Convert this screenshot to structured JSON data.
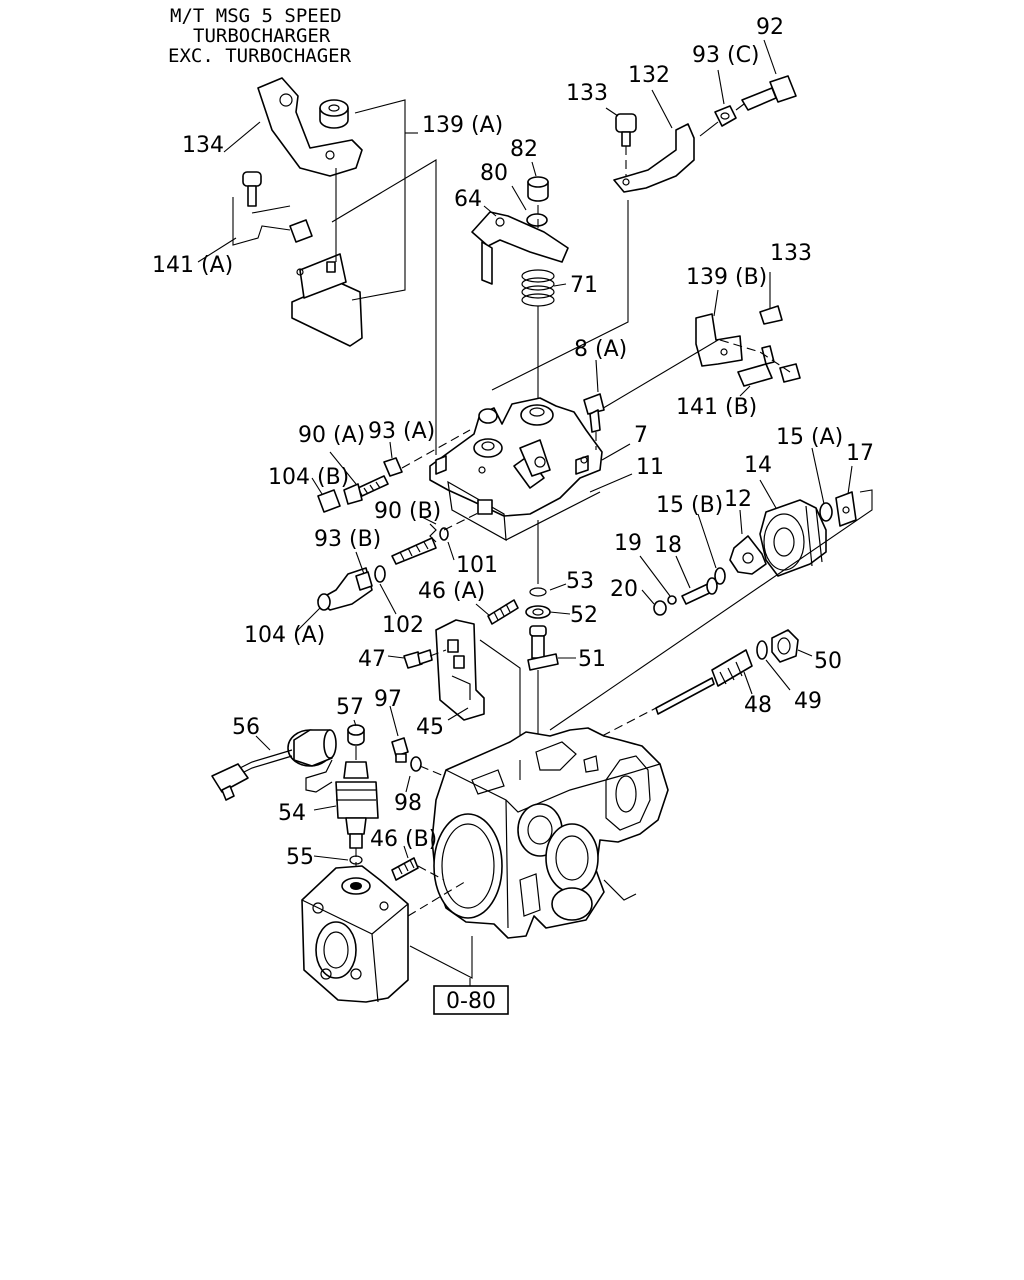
{
  "header": {
    "lines": [
      "M/T MSG 5 SPEED",
      "TURBOCHARGER",
      "EXC. TURBOCHAGER"
    ]
  },
  "labels": {
    "p92": "92",
    "p93c": "93 (C)",
    "p132": "132",
    "p133a": "133",
    "p134": "134",
    "p139a": "139 (A)",
    "p82": "82",
    "p80": "80",
    "p64": "64",
    "p141a": "141 (A)",
    "p71": "71",
    "p139b": "139 (B)",
    "p133b": "133",
    "p8a": "8 (A)",
    "p141b": "141 (B)",
    "p90a": "90 (A)",
    "p93a": "93 (A)",
    "p7": "7",
    "p15a": "15 (A)",
    "p17": "17",
    "p104b": "104 (B)",
    "p11": "11",
    "p14": "14",
    "p90b": "90 (B)",
    "p15b": "15 (B)",
    "p12": "12",
    "p93b": "93 (B)",
    "p101": "101",
    "p19": "19",
    "p18": "18",
    "p53": "53",
    "p20": "20",
    "p46a": "46 (A)",
    "p52": "52",
    "p104a": "104 (A)",
    "p102": "102",
    "p47": "47",
    "p51": "51",
    "p50": "50",
    "p57": "57",
    "p97": "97",
    "p56": "56",
    "p45": "45",
    "p48": "48",
    "p49": "49",
    "p98": "98",
    "p54": "54",
    "p46b": "46 (B)",
    "p55": "55",
    "ref": "0-80"
  }
}
